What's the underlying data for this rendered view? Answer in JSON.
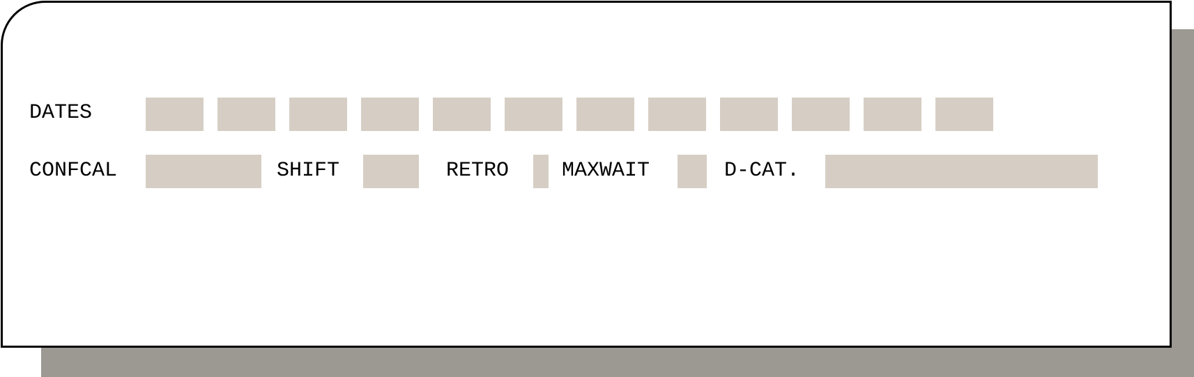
{
  "form": {
    "dates_label": "DATES",
    "confcal_label": "CONFCAL",
    "shift_label": "SHIFT",
    "retro_label": "RETRO",
    "maxwait_label": "MAXWAIT",
    "dcat_label": "D-CAT."
  },
  "fields": {
    "dates": [
      "",
      "",
      "",
      "",
      "",
      "",
      "",
      "",
      "",
      "",
      "",
      ""
    ],
    "confcal": "",
    "shift": "",
    "retro": "",
    "maxwait": "",
    "dcat": ""
  },
  "colors": {
    "field_fill": "#d6cec4",
    "shadow": "#9c9892",
    "border": "#000000"
  }
}
